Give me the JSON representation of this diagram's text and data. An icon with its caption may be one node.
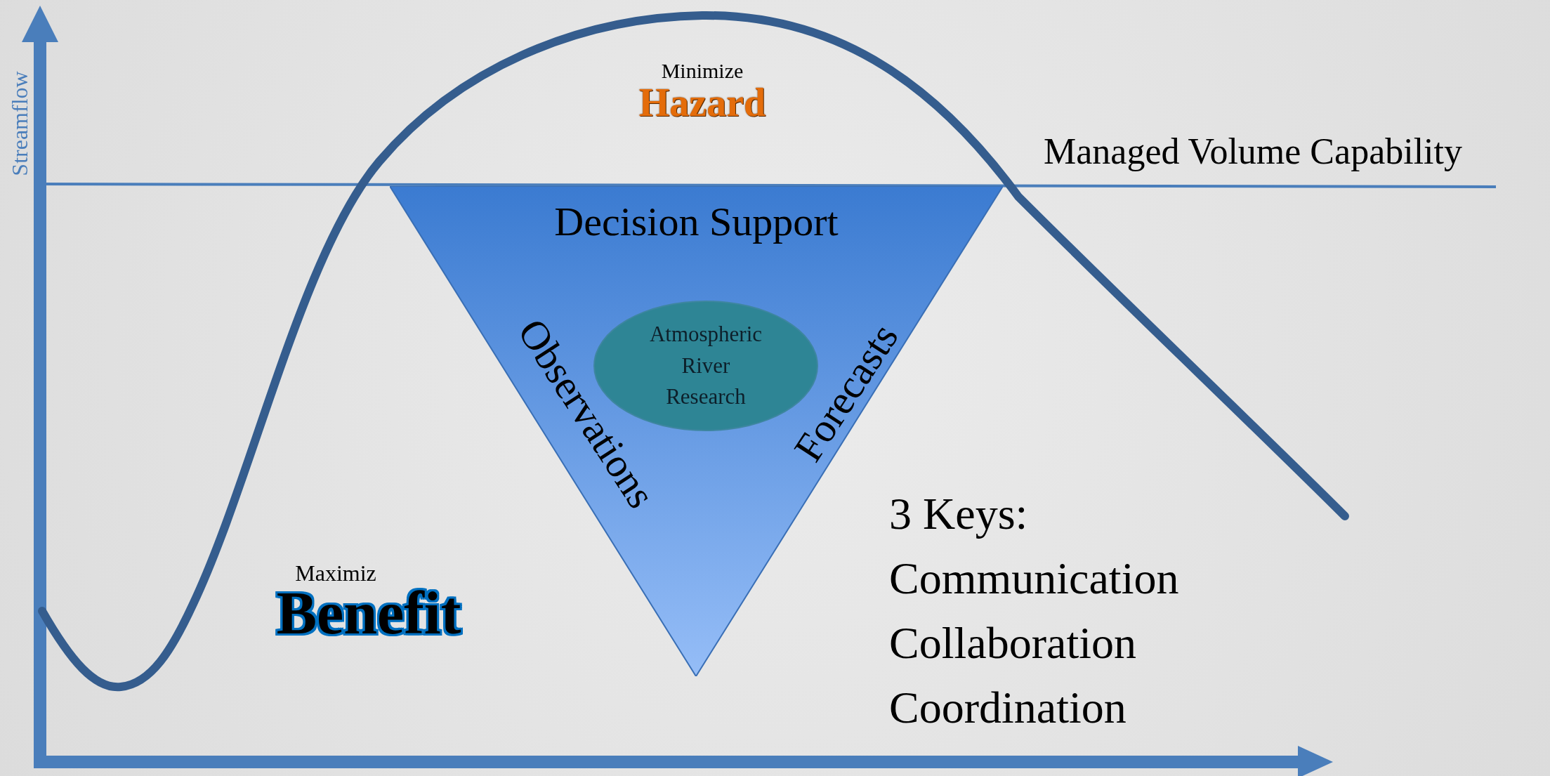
{
  "diagram": {
    "nodes": [
      {
        "text": [
          "Decision Support",
          "Observations",
          "Forecasts"
        ]
      },
      {
        "text": [
          "Atmospheric River Research"
        ],
        "in": 0
      }
    ],
    "labels": [
      "Streamflow",
      "Managed Volume Capability",
      "Minimize",
      "Hazard",
      "Maximiz",
      "Benefit",
      "3 Keys:",
      "Communication",
      "Collaboration",
      "Coordination"
    ]
  }
}
